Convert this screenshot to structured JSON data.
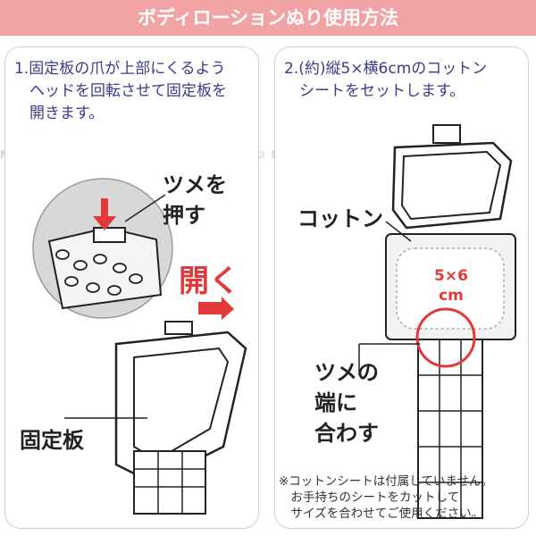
{
  "header": {
    "title": "ボディローションぬり使用方法"
  },
  "left": {
    "step": "1.固定板の爪が上部にくるよう\n　ヘッドを回転させて固定板を\n　開きます。",
    "push_label": "ツメを\n押す",
    "open_label": "開く",
    "plate_label": "固定板"
  },
  "right": {
    "step": "2.(約)縦5×横6cmのコットン\n　シートをセットします。",
    "cotton_label": "コットン",
    "size_label": "5×6\ncm",
    "claw_label": "ツメの\n端に\n合わす",
    "note": "※コットンシートは付属していません。\n　お手持ちのシートをカットして\n　サイズを合わせてご使用ください。"
  },
  "watermark": "NO COPY ⊘ smile ⊘ NO COPY ⊘ smile ⊘ NO COPY ⊘ smile ⊘ NO COPY ⊘ smile"
}
